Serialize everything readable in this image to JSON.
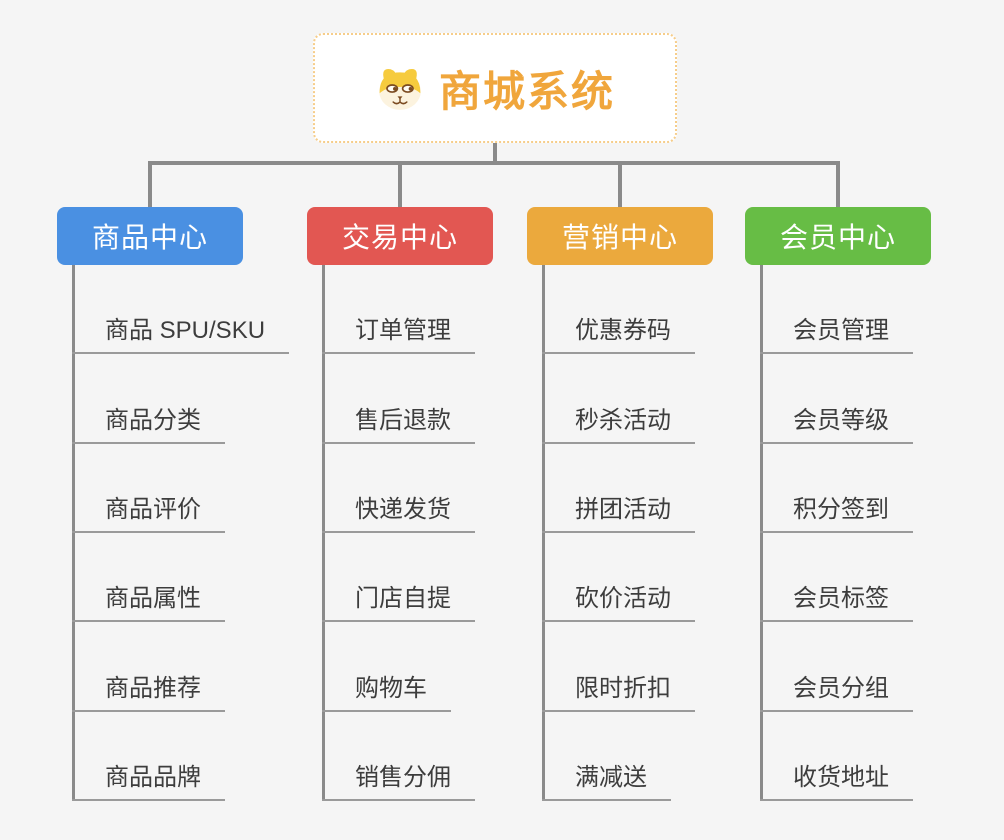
{
  "canvas": {
    "background_color": "#f5f5f5",
    "connector_color": "#8a8a8a",
    "underline_color": "#9a9a9a",
    "child_text_color": "#3d3d3d"
  },
  "root": {
    "title": "商城系统",
    "icon": "dog-face-icon",
    "text_color": "#f0a63c",
    "border_color": "#f6cd8a",
    "background_color": "#ffffff"
  },
  "branches": [
    {
      "label": "商品中心",
      "color": "#4a90e2",
      "children": [
        "商品 SPU/SKU",
        "商品分类",
        "商品评价",
        "商品属性",
        "商品推荐",
        "商品品牌"
      ]
    },
    {
      "label": "交易中心",
      "color": "#e25752",
      "children": [
        "订单管理",
        "售后退款",
        "快递发货",
        "门店自提",
        "购物车",
        "销售分佣"
      ]
    },
    {
      "label": "营销中心",
      "color": "#eba93d",
      "children": [
        "优惠券码",
        "秒杀活动",
        "拼团活动",
        "砍价活动",
        "限时折扣",
        "满减送"
      ]
    },
    {
      "label": "会员中心",
      "color": "#67bd45",
      "children": [
        "会员管理",
        "会员等级",
        "积分签到",
        "会员标签",
        "会员分组",
        "收货地址"
      ]
    }
  ]
}
